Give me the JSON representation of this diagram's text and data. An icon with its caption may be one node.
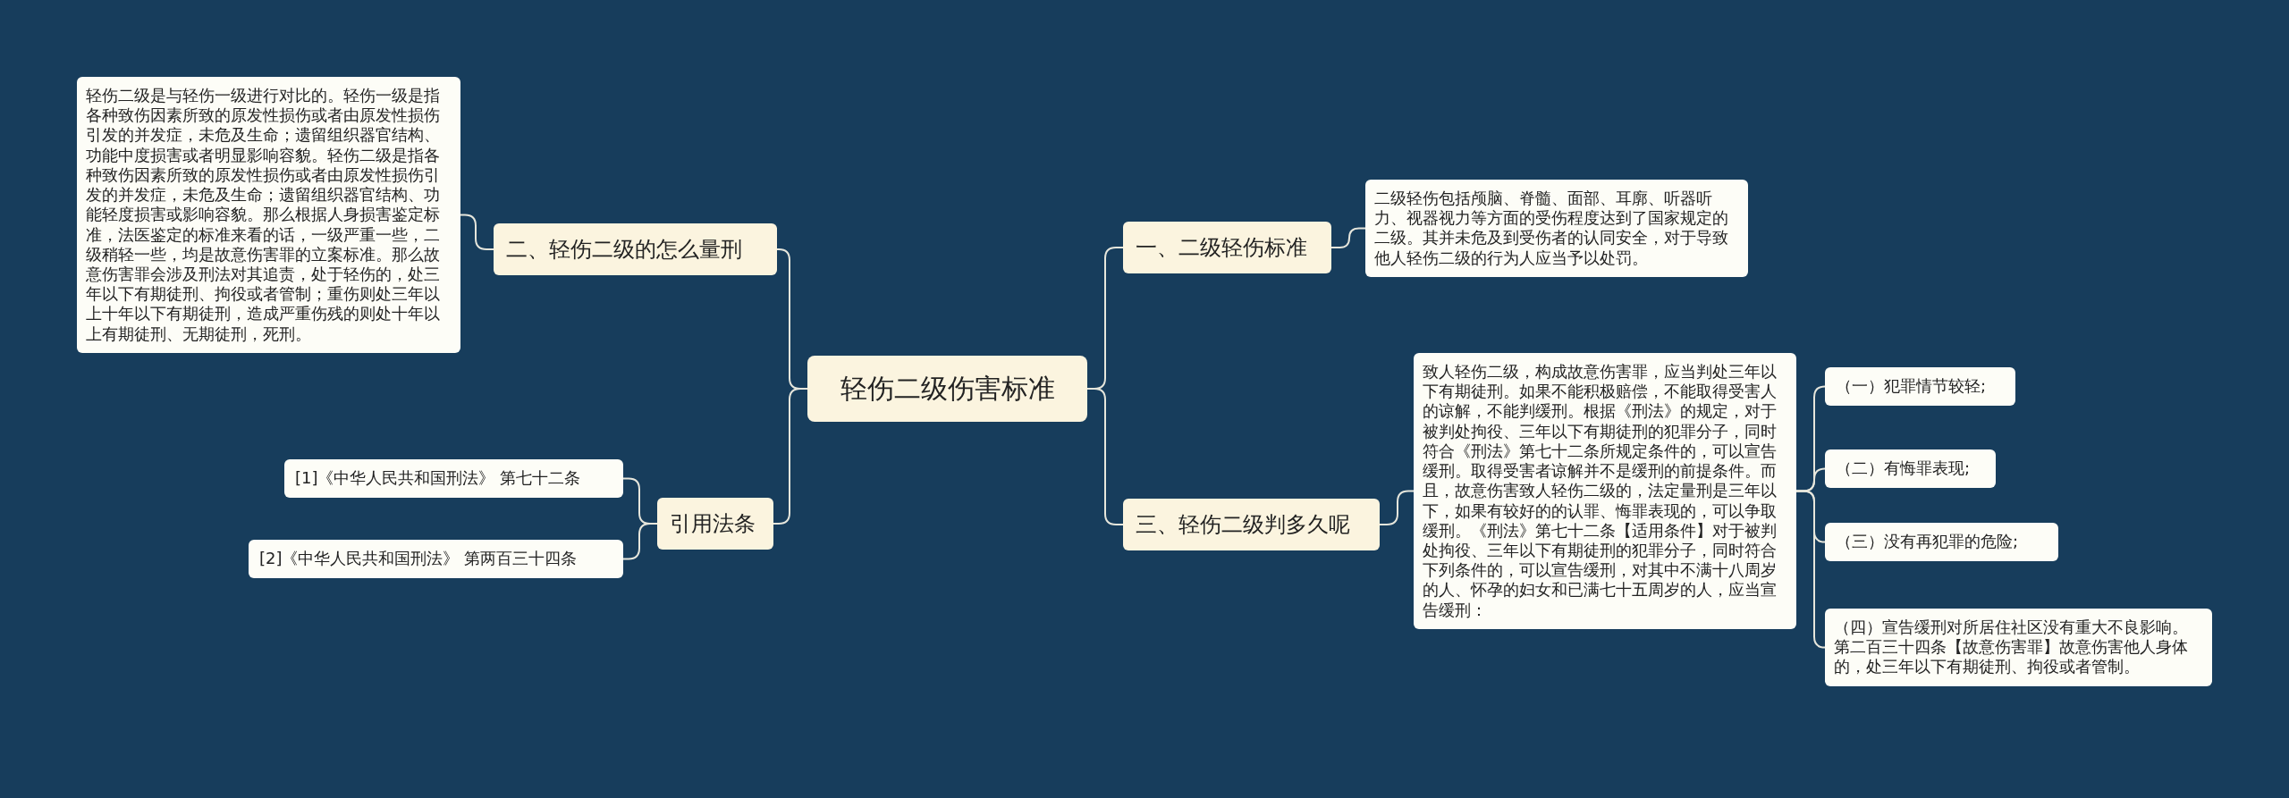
{
  "diagram": {
    "nodes": [
      {
        "text": [
          "轻伤二级伤害标准"
        ]
      },
      {
        "text": [
          "一、二级轻伤标准"
        ]
      },
      {
        "text": [
          "二级轻伤包括颅脑、脊髓、面部、耳廓、听器听力、视器视力等方面的受伤程度达到了国家规定的二级。其并未危及到受伤者的认同安全，对于导致他人轻伤二级的行为人应当予以处罚。"
        ]
      },
      {
        "text": [
          "三、轻伤二级判多久呢"
        ]
      },
      {
        "text": [
          "致人轻伤二级，构成故意伤害罪，应当判处三年以下有期徒刑。如果不能积极赔偿，不能取得受害人的谅解，不能判缓刑。根据《刑法》的规定，对于被判处拘役、三年以下有期徒刑的犯罪分子，同时符合《刑法》第七十二条所规定条件的，可以宣告缓刑。取得受害者谅解并不是缓刑的前提条件。而且，故意伤害致人轻伤二级的，法定量刑是三年以下，如果有较好的的认罪、悔罪表现的，可以争取缓刑。《刑法》第七十二条【适用条件】对于被判处拘役、三年以下有期徒刑的犯罪分子，同时符合下列条件的，可以宣告缓刑，对其中不满十八周岁的人、怀孕的妇女和已满七十五周岁的人，应当宣告缓刑："
        ]
      },
      {
        "text": [
          "（一）犯罪情节较轻;"
        ]
      },
      {
        "text": [
          "（二）有悔罪表现;"
        ]
      },
      {
        "text": [
          "（三）没有再犯罪的危险;"
        ]
      },
      {
        "text": [
          "（四）宣告缓刑对所居住社区没有重大不良影响。第二百三十四条【故意伤害罪】故意伤害他人身体的，处三年以下有期徒刑、拘役或者管制。"
        ]
      },
      {
        "text": [
          "二、轻伤二级的怎么量刑"
        ]
      },
      {
        "text": [
          "轻伤二级是与轻伤一级进行对比的。轻伤一级是指各种致伤因素所致的原发性损伤或者由原发性损伤引发的并发症，未危及生命；遗留组织器官结构、功能中度损害或者明显影响容貌。轻伤二级是指各种致伤因素所致的原发性损伤或者由原发性损伤引发的并发症，未危及生命；遗留组织器官结构、功能轻度损害或影响容貌。那么根据人身损害鉴定标准，法医鉴定的标准来看的话，一级严重一些，二级稍轻一些，均是故意伤害罪的立案标准。那么故意伤害罪会涉及刑法对其追责，处于轻伤的，处三年以下有期徒刑、拘役或者管制；重伤则处三年以上十年以下有期徒刑，造成严重伤残的则处十年以上有期徒刑、无期徒刑，死刑。"
        ]
      },
      {
        "text": [
          "引用法条"
        ]
      },
      {
        "text": [
          "[1]《中华人民共和国刑法》 第七十二条"
        ]
      },
      {
        "text": [
          "[2]《中华人民共和国刑法》 第两百三十四条"
        ]
      }
    ],
    "edges": [
      {
        "from": 0,
        "to": 1,
        "arrow": "none"
      },
      {
        "from": 1,
        "to": 2,
        "arrow": "none"
      },
      {
        "from": 0,
        "to": 3,
        "arrow": "none"
      },
      {
        "from": 3,
        "to": 4,
        "arrow": "none"
      },
      {
        "from": 4,
        "to": 5,
        "arrow": "none"
      },
      {
        "from": 4,
        "to": 6,
        "arrow": "none"
      },
      {
        "from": 4,
        "to": 7,
        "arrow": "none"
      },
      {
        "from": 4,
        "to": 8,
        "arrow": "none"
      },
      {
        "from": 0,
        "to": 9,
        "arrow": "none"
      },
      {
        "from": 9,
        "to": 10,
        "arrow": "none"
      },
      {
        "from": 0,
        "to": 11,
        "arrow": "none"
      },
      {
        "from": 11,
        "to": 12,
        "arrow": "none"
      },
      {
        "from": 11,
        "to": 13,
        "arrow": "none"
      }
    ]
  }
}
